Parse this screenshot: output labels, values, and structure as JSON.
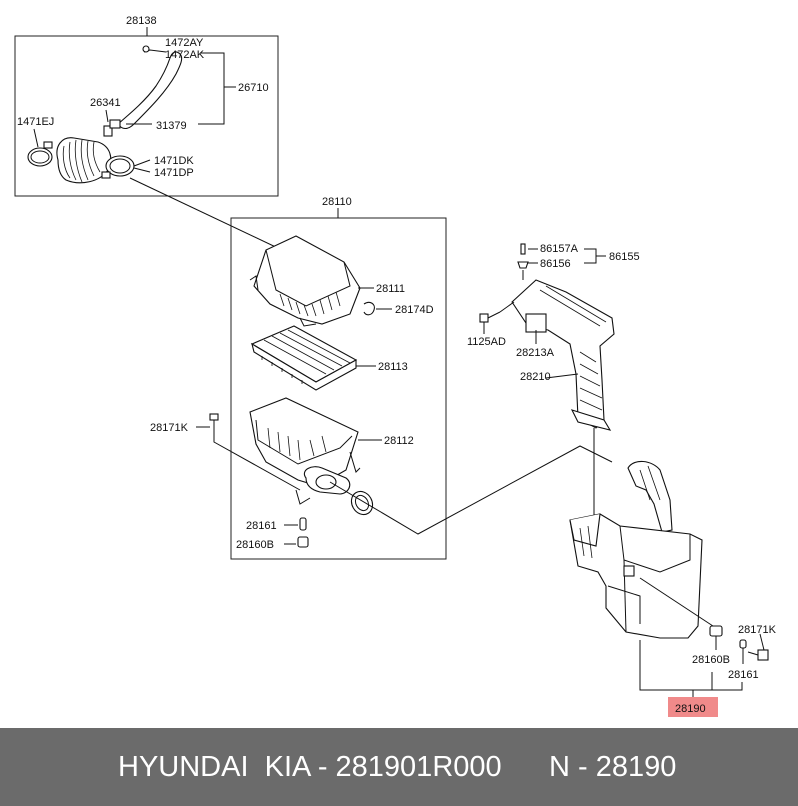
{
  "callouts": {
    "p28138": "28138",
    "p1472AY": "1472AY",
    "p1472AK": "1472AK",
    "p26710": "26710",
    "p26341": "26341",
    "p1471EJ": "1471EJ",
    "p31379": "31379",
    "p1471DK": "1471DK",
    "p1471DP": "1471DP",
    "p28110": "28110",
    "p28111": "28111",
    "p28174D": "28174D",
    "p28113": "28113",
    "p28171K_left": "28171K",
    "p28112": "28112",
    "p28161_left": "28161",
    "p28160B_left": "28160B",
    "p86157A": "86157A",
    "p86155": "86155",
    "p86156": "86156",
    "p1125AD": "1125AD",
    "p28213A": "28213A",
    "p28210": "28210",
    "p28171K_right": "28171K",
    "p28160B_right": "28160B",
    "p28161_right": "28161",
    "p28190": "28190"
  },
  "highlight_color": "#f08a8a",
  "footer": {
    "brand": "HYUNDAI  KIA - 281901R000",
    "part_number": "N - 28190",
    "background": "#6b6b6b"
  }
}
